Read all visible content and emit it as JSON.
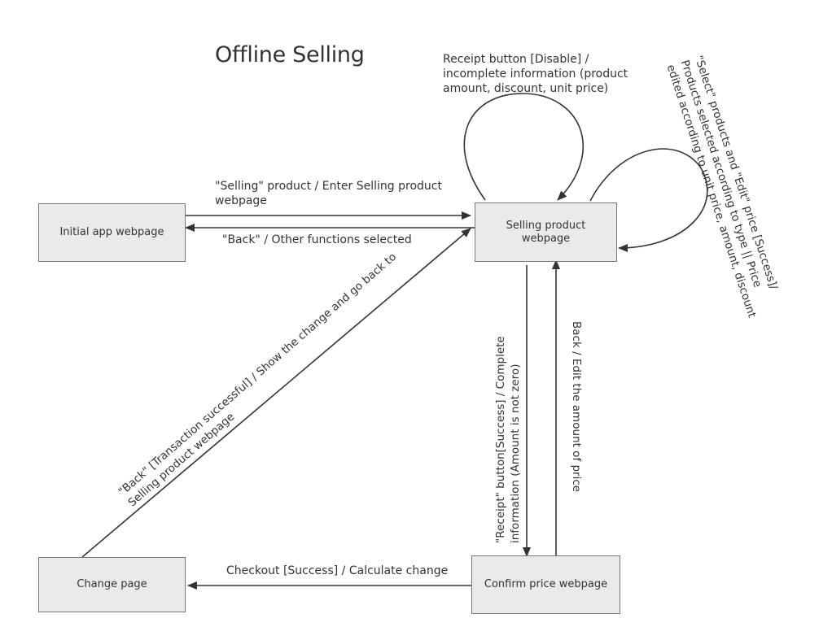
{
  "title": "Offline Selling",
  "states": {
    "initial": "Initial app webpage",
    "selling": "Selling product webpage",
    "confirm": "Confirm price webpage",
    "change": "Change page"
  },
  "transitions": {
    "enter_selling": "\"Selling\" product / Enter Selling product webpage",
    "back_other": "\"Back\" / Other functions selected",
    "receipt_disable": [
      "Receipt button [Disable] /",
      "incomplete information (product",
      "amount, discount, unit price)"
    ],
    "select_edit": [
      "\"Select\" products and \"Edit\" price [Success]/",
      "Products selected according to type || Price",
      "edited according to unit price, amount, discount"
    ],
    "receipt_success": [
      "\"Receipt\" button[Success] / Complete",
      "information (Amount is not zero)"
    ],
    "back_edit": "Back / Edit the amount of price",
    "checkout": "Checkout [Success] / Calculate change",
    "back_transaction": [
      "\"Back\" [Transaction successful]  / Show the change and go back to",
      "Selling product webpage"
    ]
  }
}
